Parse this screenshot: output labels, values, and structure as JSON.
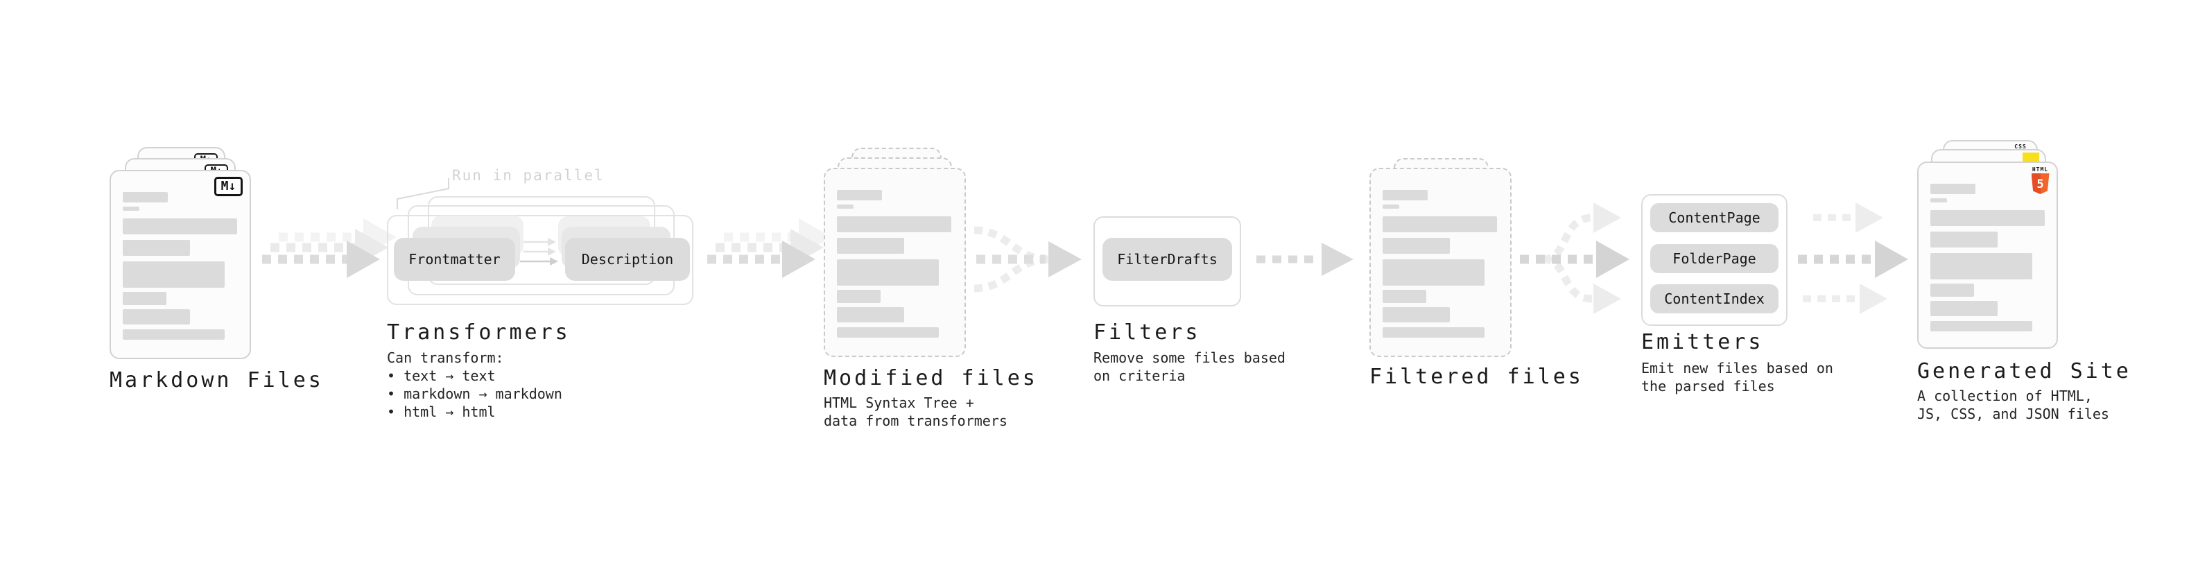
{
  "palette": {
    "html5_orange": "#e44d26",
    "html5_orange_light": "#f16529",
    "js_yellow": "#f7df1e",
    "css_blue": "#2f6ae0",
    "pill_gray": "#dcdcdc",
    "arrow_gray": "#d8d8d8",
    "text_dark": "#1b1b1b"
  },
  "nodes": {
    "markdown_files": {
      "label": "Markdown Files",
      "file_icon": "M↓"
    },
    "transformers": {
      "label": "Transformers",
      "annotation": "Run in parallel",
      "pills": [
        "Frontmatter",
        "Description"
      ],
      "description": [
        "Can transform:",
        " • text → text",
        " • markdown → markdown",
        " • html → html"
      ]
    },
    "modified_files": {
      "label": "Modified files",
      "description": [
        "HTML Syntax Tree +",
        "data from transformers"
      ]
    },
    "filters": {
      "label": "Filters",
      "pills": [
        "FilterDrafts"
      ],
      "description": [
        "Remove some files based",
        "on criteria"
      ]
    },
    "filtered_files": {
      "label": "Filtered files"
    },
    "emitters": {
      "label": "Emitters",
      "pills": [
        "ContentPage",
        "FolderPage",
        "ContentIndex"
      ],
      "description": [
        "Emit new files based on",
        "the parsed files"
      ]
    },
    "generated_site": {
      "label": "Generated Site",
      "badges": {
        "html_word": "HTML",
        "html_number": "5",
        "css_word": "CSS"
      },
      "description": [
        "A collection of HTML,",
        "JS, CSS, and JSON files"
      ]
    }
  }
}
